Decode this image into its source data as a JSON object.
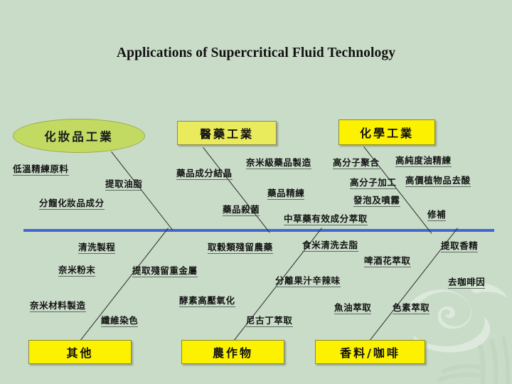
{
  "slide": {
    "title": "Applications of Supercritical Fluid Technology",
    "background_color": "#c9dcc8",
    "spine_color": "#4268d3",
    "bone_color": "#2b2b2b",
    "label_underline_color": "#5d6a62"
  },
  "head": {
    "label": "化妝品工業",
    "fill_color": "#c3da62",
    "shape": "ellipse"
  },
  "categories": [
    {
      "id": "pharma",
      "label": "醫藥工業",
      "fill_color": "#e9ea5c",
      "position": "top"
    },
    {
      "id": "chemical",
      "label": "化學工業",
      "fill_color": "#fcf200",
      "position": "top"
    },
    {
      "id": "other",
      "label": "其他",
      "fill_color": "#fcf200",
      "position": "bottom"
    },
    {
      "id": "crops",
      "label": "農作物",
      "fill_color": "#fcf200",
      "position": "bottom"
    },
    {
      "id": "spice",
      "label": "香料/咖啡",
      "fill_color": "#fcf200",
      "position": "bottom"
    }
  ],
  "leaves": {
    "cosmetics": [
      {
        "label": "低溫精練原料"
      },
      {
        "label": "提取油脂"
      },
      {
        "label": "分餾化妝品成分"
      }
    ],
    "pharma": [
      {
        "label": "奈米級藥品製造"
      },
      {
        "label": "藥品成分結晶"
      },
      {
        "label": "藥品精練"
      },
      {
        "label": "藥品殺菌"
      },
      {
        "label": "中草藥有效成分萃取"
      }
    ],
    "chemical": [
      {
        "label": "高分子聚合"
      },
      {
        "label": "高純度油精練"
      },
      {
        "label": "高分子加工"
      },
      {
        "label": "高價植物品去酸"
      },
      {
        "label": "發泡及噴霧"
      },
      {
        "label": "修補"
      }
    ],
    "other": [
      {
        "label": "清洗製程"
      },
      {
        "label": "奈米粉末"
      },
      {
        "label": "提取殘留重金屬"
      },
      {
        "label": "奈米材料製造"
      },
      {
        "label": "纖維染色"
      }
    ],
    "crops": [
      {
        "label": "取穀類殘留農藥"
      },
      {
        "label": "酵素高壓氧化"
      },
      {
        "label": "尼古丁萃取"
      }
    ],
    "spice": [
      {
        "label": "食米清洗去脂"
      },
      {
        "label": "啤酒花萃取"
      },
      {
        "label": "分離果汁辛辣味"
      },
      {
        "label": "提取香精"
      },
      {
        "label": "去咖啡因"
      },
      {
        "label": "魚油萃取"
      },
      {
        "label": "色素萃取"
      }
    ]
  }
}
